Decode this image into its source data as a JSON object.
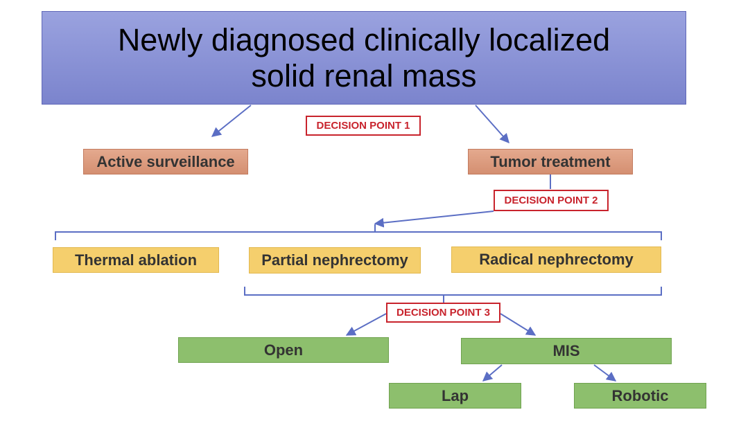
{
  "title": "Newly diagnosed clinically localized solid renal mass",
  "decision_points": [
    "DECISION POINT 1",
    "DECISION POINT 2",
    "DECISION POINT 3"
  ],
  "nodes": {
    "active_surveillance": "Active surveillance",
    "tumor_treatment": "Tumor treatment",
    "thermal_ablation": "Thermal ablation",
    "partial_nephrectomy": "Partial nephrectomy",
    "radical_nephrectomy": "Radical nephrectomy",
    "open": "Open",
    "mis": "MIS",
    "lap": "Lap",
    "robotic": "Robotic"
  },
  "colors": {
    "title_fill": "#8f97d8",
    "level1_fill": "#db9a7d",
    "level2_fill": "#f5cf6d",
    "level3_fill": "#8dbf6d",
    "decision_point": "#c8232c",
    "connector": "#5b6ec4"
  }
}
